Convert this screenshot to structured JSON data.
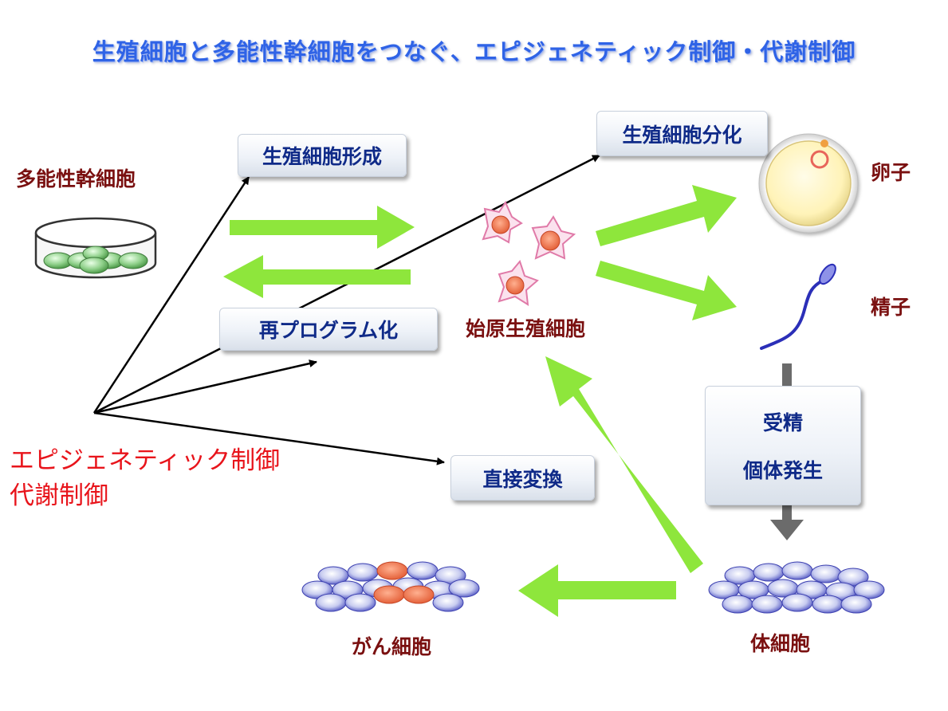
{
  "title": "生殖細胞と多能性幹細胞をつなぐ、エピジェネティック制御・代謝制御",
  "labels": {
    "pluripotent": "多能性幹細胞",
    "primordial": "始原生殖細胞",
    "egg": "卵子",
    "sperm": "精子",
    "somatic": "体細胞",
    "cancer": "がん細胞",
    "epigenetic": "エピジェネティック制御",
    "metabolic": "代謝制御"
  },
  "boxes": {
    "germ_formation": "生殖細胞形成",
    "reprogramming": "再プログラム化",
    "germ_differentiation": "生殖細胞分化",
    "direct_conversion": "直接変換",
    "fertilization": "受精",
    "development": "個体発生"
  },
  "colors": {
    "title": "#2f63e6",
    "box_text": "#0f2a88",
    "label_dark": "#7a1010",
    "label_red": "#e8141b",
    "green_arrow": "#8ee63c",
    "gray_arrow": "#6b6b6b"
  }
}
